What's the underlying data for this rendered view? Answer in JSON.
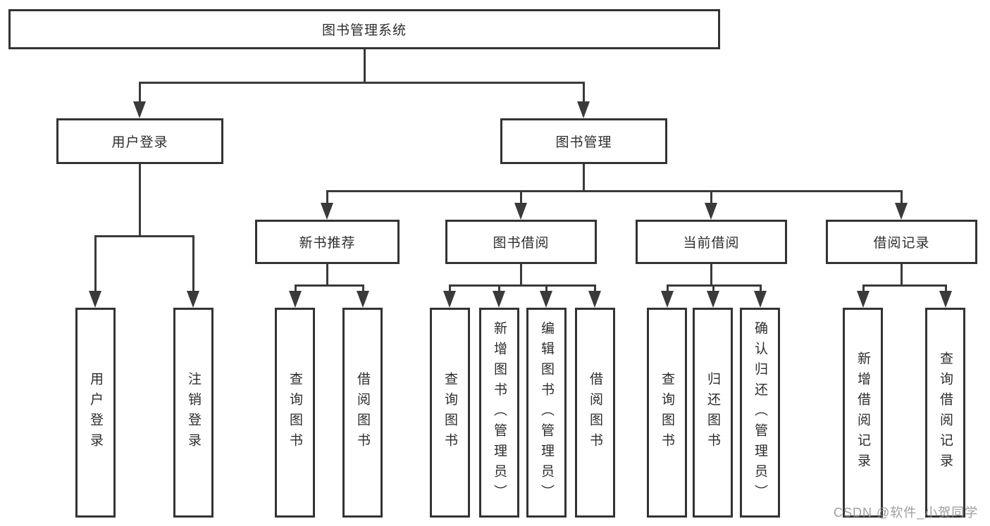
{
  "diagram": {
    "type": "hierarchy-tree",
    "title": "图书管理系统"
  },
  "colors": {
    "line": "#3a3a3a",
    "box_border": "#333333",
    "text": "#2d2d2d",
    "watermark": "#919191",
    "background": "#ffffff"
  },
  "watermark": "CSDN @软件_小贺同学",
  "tree": {
    "root": {
      "label": "图书管理系统"
    },
    "branches": [
      {
        "label": "用户登录",
        "children": [
          {
            "label": "用户登录"
          },
          {
            "label": "注销登录"
          }
        ]
      },
      {
        "label": "图书管理",
        "children": [
          {
            "label": "新书推荐",
            "children": [
              {
                "label": "查询图书"
              },
              {
                "label": "借阅图书"
              }
            ]
          },
          {
            "label": "图书借阅",
            "children": [
              {
                "label": "查询图书"
              },
              {
                "label": "新增图书（管理员）"
              },
              {
                "label": "编辑图书（管理员）"
              },
              {
                "label": "借阅图书"
              }
            ]
          },
          {
            "label": "当前借阅",
            "children": [
              {
                "label": "查询图书"
              },
              {
                "label": "归还图书"
              },
              {
                "label": "确认归还（管理员）"
              }
            ]
          },
          {
            "label": "借阅记录",
            "children": [
              {
                "label": "新增借阅记录"
              },
              {
                "label": "查询借阅记录"
              }
            ]
          }
        ]
      }
    ]
  }
}
